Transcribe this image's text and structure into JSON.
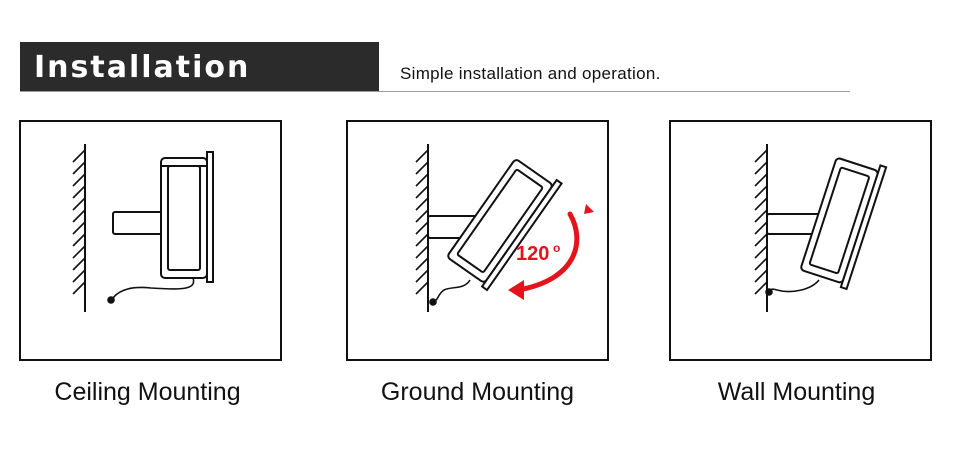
{
  "header": {
    "title": "Installation",
    "subtitle": "Simple installation and operation."
  },
  "panels": [
    {
      "caption": "Ceiling Mounting"
    },
    {
      "caption": "Ground Mounting",
      "angle": {
        "value": "120",
        "unit": "o"
      }
    },
    {
      "caption": "Wall Mounting"
    }
  ],
  "colors": {
    "header_bg": "#2b2b2b",
    "line": "#111111",
    "accent": "#e3141b"
  }
}
